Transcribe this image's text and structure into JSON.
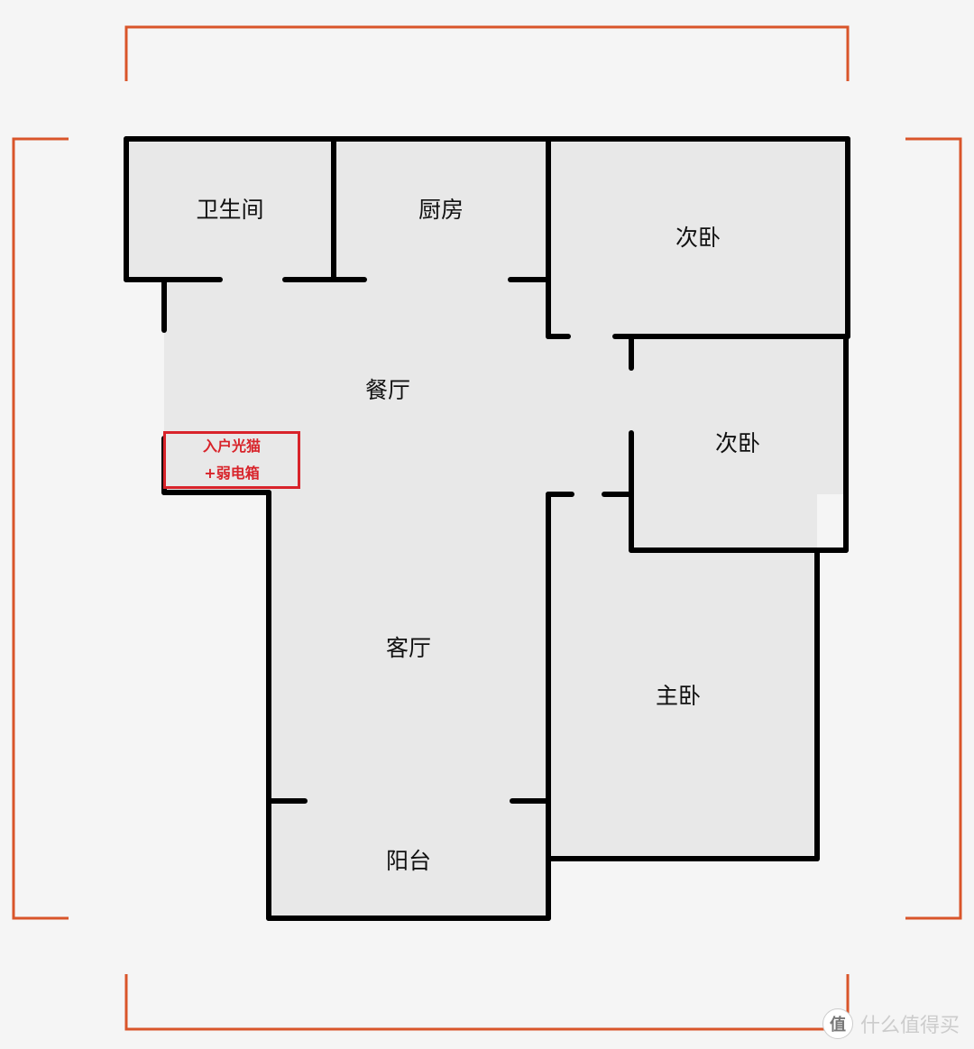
{
  "floorplan": {
    "rooms": {
      "bathroom": "卫生间",
      "kitchen": "厨房",
      "bedroom2_top": "次卧",
      "dining": "餐厅",
      "bedroom2_mid": "次卧",
      "living": "客厅",
      "master_bedroom": "主卧",
      "balcony": "阳台"
    },
    "annotation": {
      "line1": "入户光猫",
      "line2": "+弱电箱",
      "color": "#d8232a"
    },
    "colors": {
      "wall": "#000000",
      "floor": "#e8e8e8",
      "background": "#f5f5f5",
      "bracket": "#d9552a"
    }
  },
  "watermark": {
    "logo_glyph": "值",
    "text": "什么值得买"
  }
}
